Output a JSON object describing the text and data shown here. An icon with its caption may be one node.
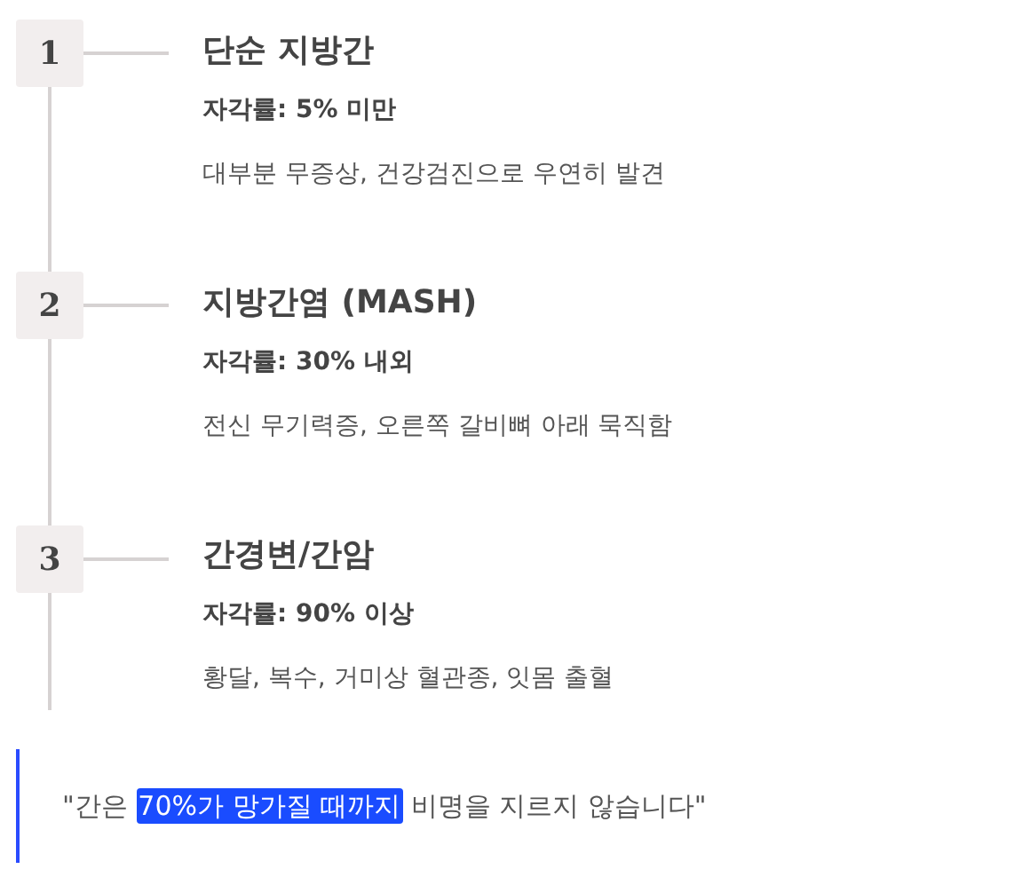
{
  "diagram": {
    "nodes": [
      {
        "text": [
          "1"
        ]
      },
      {
        "text": [
          "단순 지방간",
          "자각률: 5% 미만",
          "대부분 무증상, 건강검진으로 우연히 발견"
        ]
      },
      {
        "text": [
          "2"
        ]
      },
      {
        "text": [
          "지방간염 (MASH)",
          "자각률: 30% 내외",
          "전신 무기력증, 오른쪽 갈비뼈 아래 묵직함"
        ]
      },
      {
        "text": [
          "3"
        ]
      },
      {
        "text": [
          "간경변/간암",
          "자각률: 90% 이상",
          "황달, 복수, 거미상 혈관종, 잇몸 출혈"
        ]
      },
      {
        "text": [
          "\"간은",
          "70%가 망가질 때까지",
          "비명을 지르지 않습니다\""
        ]
      }
    ],
    "edges": [
      {
        "from": 0,
        "to": 1,
        "arrow": "none"
      },
      {
        "from": 0,
        "to": 2,
        "arrow": "none"
      },
      {
        "from": 2,
        "to": 3,
        "arrow": "none"
      },
      {
        "from": 2,
        "to": 4,
        "arrow": "none"
      },
      {
        "from": 4,
        "to": 5,
        "arrow": "none"
      },
      {
        "from": 4,
        "to": null,
        "arrow": "none"
      }
    ]
  }
}
